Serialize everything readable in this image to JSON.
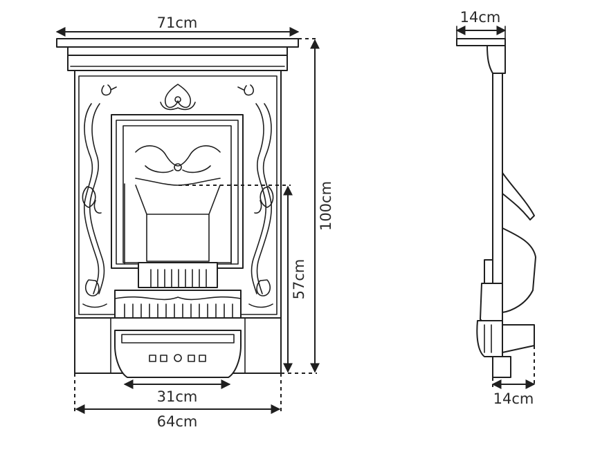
{
  "dimensions": {
    "overall_width": "71cm",
    "overall_height": "100cm",
    "opening_height": "57cm",
    "opening_width": "31cm",
    "base_width": "64cm",
    "side_top_depth": "14cm",
    "side_base_depth": "14cm"
  }
}
